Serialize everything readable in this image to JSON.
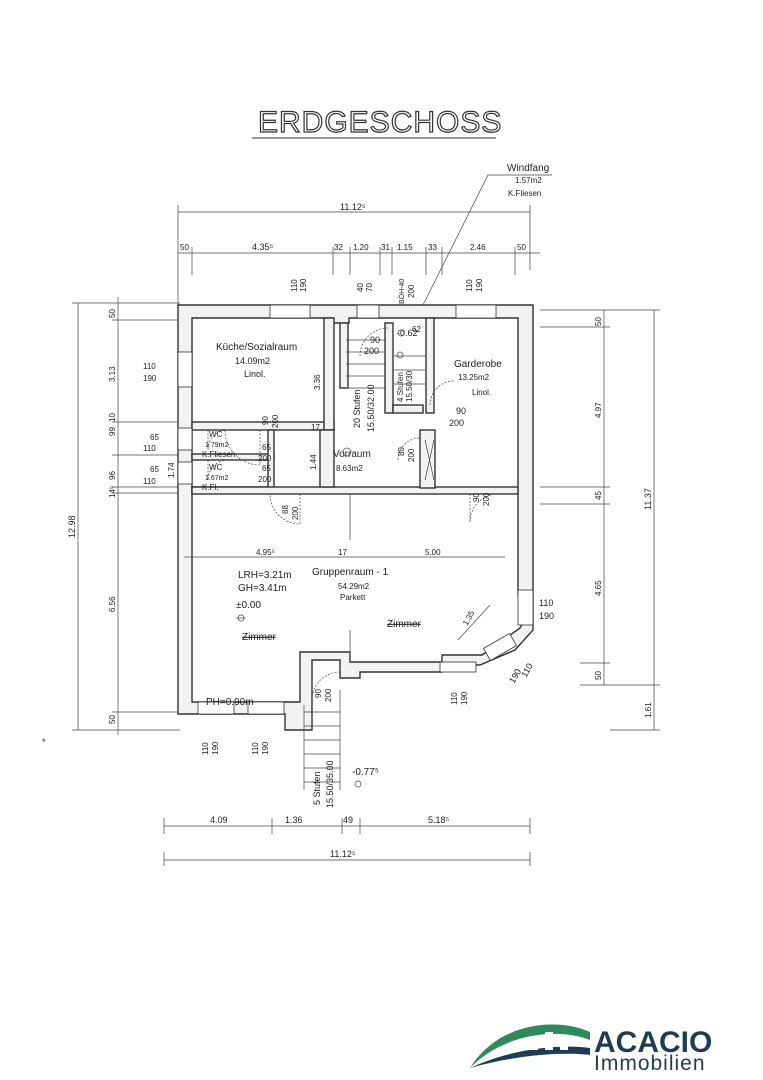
{
  "title": "ERDGESCHOSS",
  "logo": {
    "name": "ACACIO",
    "subtitle": "Immobilien",
    "color": "#1f3d52",
    "accent": "#2e8a5a"
  },
  "callout": {
    "line1": "Windfang",
    "line2": "1.57m2",
    "line3": "K.Fliesen"
  },
  "rooms": {
    "kueche": {
      "name": "Küche/Sozialraum",
      "area": "14.09m2",
      "floor": "Linol."
    },
    "garderobe": {
      "name": "Garderobe",
      "area": "13.25m2",
      "floor": "Linol."
    },
    "wc1": {
      "name": "WC",
      "area": "1.79m2",
      "floor": "K.Fliesen"
    },
    "wc2": {
      "name": "WC",
      "area": "1.67m2",
      "floor": "K.Fl."
    },
    "vorraum": {
      "name": "Vorraum",
      "area": "8.63m2"
    },
    "gruppen": {
      "name": "Gruppenraum - 1",
      "area": "54.29m2",
      "floor": "Parkett"
    },
    "zimmer1": "Zimmer",
    "zimmer2": "Zimmer"
  },
  "levels": {
    "lrh": "LRH=3.21m",
    "gh": "GH=3.41m",
    "zero": "±0.00",
    "ph": "PH=0.90m",
    "minus": "-0.77⁵",
    "top": "-0.62"
  },
  "stairs": {
    "s1": "20 Stufen",
    "s1b": "15.50/32.00",
    "s2": "4 Stufen",
    "s2b": "15.50/30",
    "s3": "5 Stufen",
    "s3b": "15.50/35.00"
  },
  "dims_top": {
    "total": "11.12⁵",
    "d1": "50",
    "d2": "4.35⁵",
    "d3": "32",
    "d4": "1.20",
    "d5": "31",
    "d6": "1.15",
    "d7": "33",
    "d8": "2.46",
    "d9": "50"
  },
  "dims_bottom": {
    "d1": "4.09",
    "d2": "1.36",
    "d3": "49",
    "d4": "5.18⁵",
    "total": "11.12⁵"
  },
  "dims_left": {
    "total": "12.98",
    "d1": "50",
    "d2": "3.13",
    "d3": "99",
    "d4": "10",
    "d5": "96",
    "d6": "14⁵",
    "d7": "6.56",
    "d8": "50",
    "d9": "1.74"
  },
  "dims_right": {
    "d1": "50",
    "d2": "4.97",
    "d3": "45",
    "d4": "4.65",
    "d5": "50",
    "total": "11.37",
    "d6": "1.61"
  },
  "inner_dims": {
    "k336": "3.36",
    "v144": "1.44",
    "g495": "4.95⁵",
    "g17": "17",
    "g500": "5.00",
    "v17": "17",
    "d135": "1.35",
    "g62": "62"
  },
  "openings": {
    "top_w1a": "110",
    "top_w1b": "190",
    "top_w2a": "40",
    "top_w2b": "70",
    "top_w3a": "BÖH-40",
    "top_w3b": "200",
    "top_w4a": "110",
    "top_w4b": "190",
    "left_w1a": "110",
    "left_w1b": "190",
    "left_w2a": "65",
    "left_w2b": "110",
    "left_w3a": "65",
    "left_w3b": "110",
    "d_k_a": "90",
    "d_k_b": "200",
    "d_wc1a": "65",
    "d_wc1b": "200",
    "d_wc2a": "65",
    "d_wc2b": "200",
    "d_88a": "88",
    "d_88b": "200",
    "d_st_a": "90",
    "d_st_b": "200",
    "d_gar_a": "90",
    "d_gar_b": "200",
    "d_v80a": "80",
    "d_v80b": "200",
    "d_90a": "90",
    "d_90b": "200",
    "r_w1a": "110",
    "r_w1b": "190",
    "r_w2a": "110",
    "r_w2b": "190",
    "bot_w1a": "110",
    "bot_w1b": "190",
    "bot_w2a": "110",
    "bot_w2b": "190",
    "bot_w3a": "110",
    "bot_w3b": "190",
    "d_ent_a": "90",
    "d_ent_b": "200"
  }
}
